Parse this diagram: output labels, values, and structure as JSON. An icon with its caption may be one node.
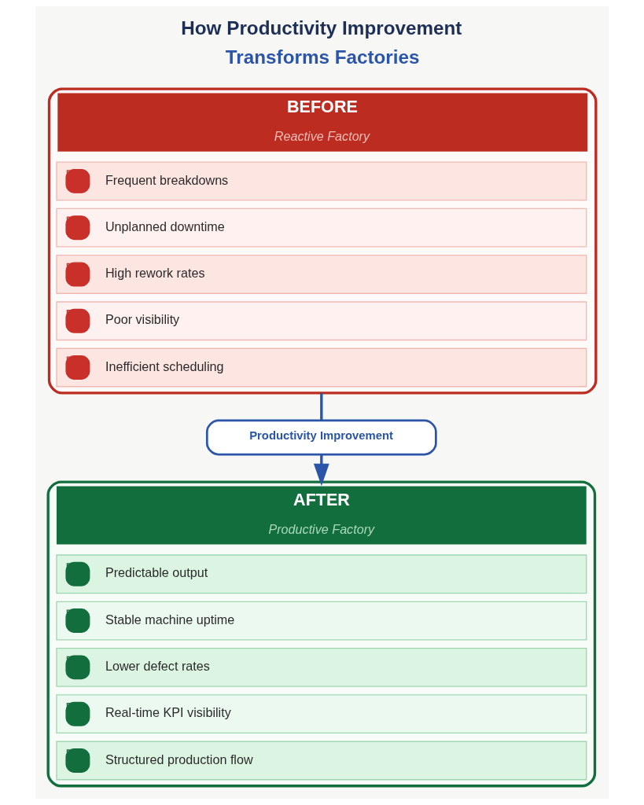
{
  "diagram": {
    "title": "How Productivity Improvement Transforms Factories",
    "nodes": [
      {
        "text": [
          "BEFORE",
          "Reactive Factory"
        ]
      },
      {
        "text": [
          "Frequent breakdowns"
        ],
        "in": 0
      },
      {
        "text": [
          "Unplanned downtime"
        ],
        "in": 0
      },
      {
        "text": [
          "High rework rates"
        ],
        "in": 0
      },
      {
        "text": [
          "Poor visibility"
        ],
        "in": 0
      },
      {
        "text": [
          "Inefficient scheduling"
        ],
        "in": 0
      },
      {
        "text": [
          "Productivity Improvement"
        ]
      },
      {
        "text": [
          "AFTER",
          "Productive Factory"
        ]
      },
      {
        "text": [
          "Predictable output"
        ],
        "in": 7
      },
      {
        "text": [
          "Stable machine uptime"
        ],
        "in": 7
      },
      {
        "text": [
          "Lower defect rates"
        ],
        "in": 7
      },
      {
        "text": [
          "Real-time KPI visibility"
        ],
        "in": 7
      },
      {
        "text": [
          "Structured production flow"
        ],
        "in": 7
      }
    ],
    "edges": [
      {
        "from": 0,
        "to": 6,
        "arrow": "none"
      },
      {
        "from": 6,
        "to": 7,
        "arrow": "to"
      }
    ]
  }
}
